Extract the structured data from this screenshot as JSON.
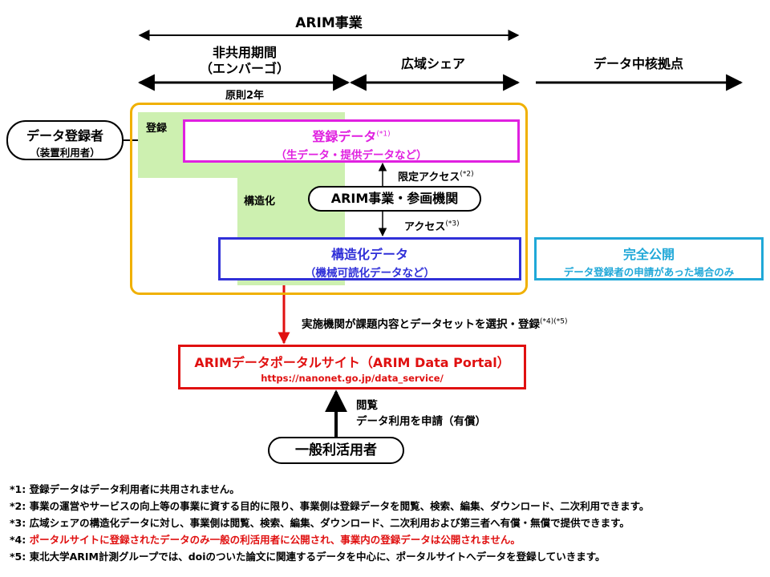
{
  "timeline": {
    "arim_project": "ARIM事業",
    "exclusive_period_line1": "非共用期間",
    "exclusive_period_line2": "（エンバーゴ）",
    "exclusive_duration": "原則2年",
    "wide_share": "広域シェア",
    "data_hub": "データ中核拠点"
  },
  "registrant": {
    "title": "データ登録者",
    "subtitle": "（装置利用者）"
  },
  "labels": {
    "register": "登録",
    "structuring": "構造化",
    "limited_access": "限定アクセス",
    "limited_access_note": "(*2)",
    "access": "アクセス",
    "access_note": "(*3)",
    "select_register": "実施機関が課題内容とデータセットを選択・登録",
    "select_register_note": "(*4)(*5)",
    "browse": "閲覧",
    "apply": "データ利用を申請（有償）"
  },
  "registered_data": {
    "title": "登録データ",
    "note": "(*1)",
    "subtitle": "（生データ・提供データなど）"
  },
  "arim_members": {
    "title": "ARIM事業・参画機関"
  },
  "structured_data": {
    "title": "構造化データ",
    "subtitle": "（機械可読化データなど）"
  },
  "full_public": {
    "title": "完全公開",
    "subtitle": "データ登録者の申請があった場合のみ"
  },
  "portal": {
    "title": "ARIMデータポータルサイト（ARIM Data Portal）",
    "url": "https://nanonet.go.jp/data_service/"
  },
  "general_user": {
    "title": "一般利活用者"
  },
  "footnotes": [
    "*1: 登録データはデータ利用者に共用されません。",
    "*2: 事業の運営やサービスの向上等の事業に資する目的に限り、事業側は登録データを閲覧、検索、編集、ダウンロード、二次利用できます。",
    "*3: 広域シェアの構造化データに対し、事業側は閲覧、検索、編集、ダウンロード、二次利用および第三者へ有償・無償で提供できます。"
  ],
  "footnote4_prefix": "*4: ",
  "footnote4_body": "ポータルサイトに登録されたデータのみ一般の利活用者に公開され、事業内の登録データは公開されません。",
  "footnote5": "*5: 東北大学ARIM計測グループでは、doiのついた論文に関連するデータを中心に、ポータルサイトへデータを登録していきます。",
  "colors": {
    "magenta": "#e020e0",
    "blue": "#3030d8",
    "cyan": "#20a8d8",
    "red": "#e01010",
    "orange": "#f0b000",
    "green_bg": "#cdf0b0"
  }
}
